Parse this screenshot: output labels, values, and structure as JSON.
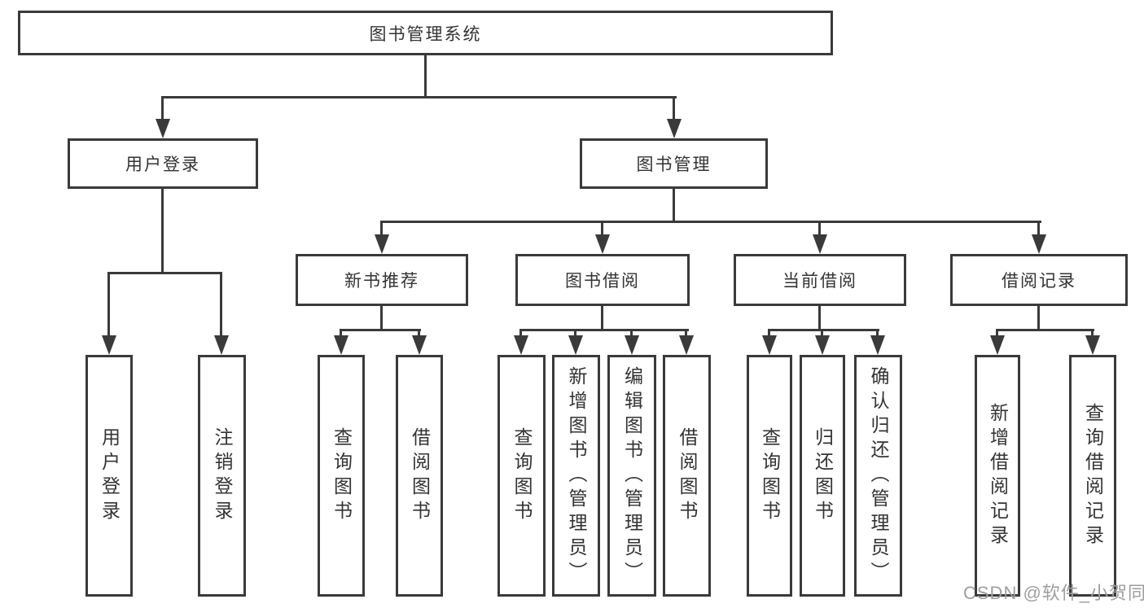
{
  "tree": {
    "root": "图书管理系统",
    "level2": [
      "用户登录",
      "图书管理"
    ],
    "level3": [
      "新书推荐",
      "图书借阅",
      "当前借阅",
      "借阅记录"
    ],
    "leaves_login": [
      "用户登录",
      "注销登录"
    ],
    "leaves_recommend": [
      "查询图书",
      "借阅图书"
    ],
    "leaves_borrow": [
      "查询图书",
      "新增图书（管理员）",
      "编辑图书（管理员）",
      "借阅图书"
    ],
    "leaves_current": [
      "查询图书",
      "归还图书",
      "确认归还（管理员）"
    ],
    "leaves_records": [
      "新增借阅记录",
      "查询借阅记录"
    ]
  },
  "watermark": "CSDN @软件_小贺同学",
  "colors": {
    "line": "#3a3a3a",
    "text": "#333333",
    "watermark": "#9e9e9e",
    "background": "#ffffff"
  }
}
